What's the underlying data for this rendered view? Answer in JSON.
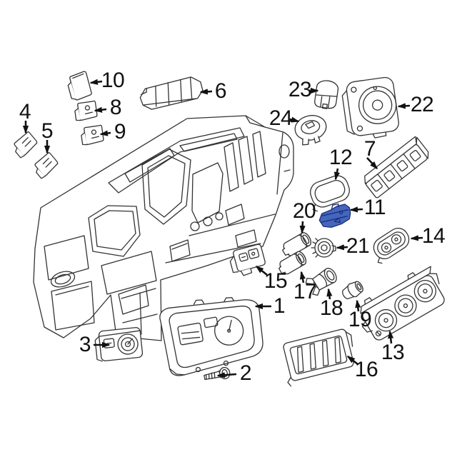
{
  "figure": {
    "type": "exploded-parts-diagram",
    "subject": "vehicle instrument panel components",
    "background_color": "#ffffff",
    "line_color": "#333333",
    "label_color": "#111111",
    "highlighted_part": "11",
    "highlight_fill": "#4466bb",
    "highlight_stroke": "#1b2d7d"
  },
  "parts": [
    {
      "number": "1"
    },
    {
      "number": "2"
    },
    {
      "number": "3"
    },
    {
      "number": "4"
    },
    {
      "number": "5"
    },
    {
      "number": "6"
    },
    {
      "number": "7"
    },
    {
      "number": "8"
    },
    {
      "number": "9"
    },
    {
      "number": "10"
    },
    {
      "number": "11"
    },
    {
      "number": "12"
    },
    {
      "number": "13"
    },
    {
      "number": "14"
    },
    {
      "number": "15"
    },
    {
      "number": "16"
    },
    {
      "number": "17"
    },
    {
      "number": "18"
    },
    {
      "number": "19"
    },
    {
      "number": "20"
    },
    {
      "number": "21"
    },
    {
      "number": "22"
    },
    {
      "number": "23"
    },
    {
      "number": "24"
    }
  ]
}
